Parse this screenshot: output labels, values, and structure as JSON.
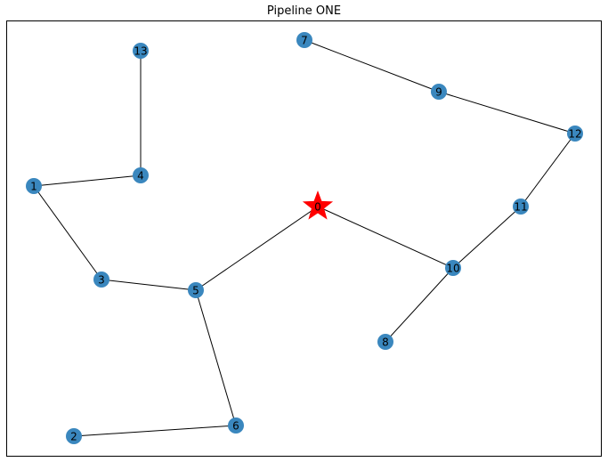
{
  "title": "Pipeline ONE",
  "colors": {
    "node": "#3a87be",
    "root": "#ff0000",
    "edge": "#000000",
    "label": "#000000"
  },
  "nodes": [
    {
      "id": "0",
      "shape": "star"
    },
    {
      "id": "1"
    },
    {
      "id": "2"
    },
    {
      "id": "3"
    },
    {
      "id": "4"
    },
    {
      "id": "5"
    },
    {
      "id": "6"
    },
    {
      "id": "7"
    },
    {
      "id": "8"
    },
    {
      "id": "9"
    },
    {
      "id": "10"
    },
    {
      "id": "11"
    },
    {
      "id": "12"
    },
    {
      "id": "13"
    }
  ],
  "edges": [
    [
      "0",
      "5"
    ],
    [
      "0",
      "10"
    ],
    [
      "5",
      "3"
    ],
    [
      "5",
      "6"
    ],
    [
      "3",
      "1"
    ],
    [
      "1",
      "4"
    ],
    [
      "4",
      "13"
    ],
    [
      "6",
      "2"
    ],
    [
      "10",
      "8"
    ],
    [
      "10",
      "11"
    ],
    [
      "11",
      "12"
    ],
    [
      "12",
      "9"
    ],
    [
      "9",
      "7"
    ]
  ]
}
